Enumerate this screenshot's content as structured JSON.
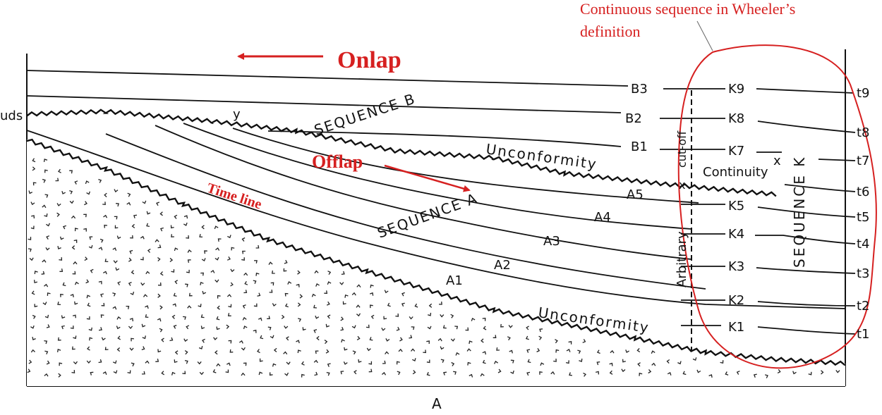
{
  "annotations": {
    "wheeler_note_line1": "Continuous sequence in Wheeler’s",
    "wheeler_note_line2": "definition",
    "onlap": "Onlap",
    "offlap": "Offlap",
    "time_line": "Time line"
  },
  "labels": {
    "left_edge_fragment": "uds",
    "sequence_b": "SEQUENCE B",
    "sequence_a": "SEQUENCE A",
    "sequence_k": "SEQUENCE K",
    "unconformity_upper": "Unconformity",
    "unconformity_lower": "Unconformity",
    "continuity": "Continuity",
    "cutoff": "cut-off",
    "arbitrary": "Arbitrary",
    "cross_mark": "x",
    "bottom_label": "A",
    "y_label": "y",
    "right_x": "x",
    "b_layers": [
      "B3",
      "B2",
      "B1"
    ],
    "a_layers": [
      "A5",
      "A4",
      "A3",
      "A2",
      "A1"
    ],
    "k_layers": [
      "K9",
      "K8",
      "K7",
      "K5",
      "K4",
      "K3",
      "K2",
      "K1"
    ],
    "time_lines": [
      "t9",
      "t8",
      "t7",
      "t6",
      "t5",
      "t4",
      "t3",
      "t2",
      "t1"
    ]
  },
  "colors": {
    "annotation_red": "#d62020",
    "ink": "#111111"
  }
}
